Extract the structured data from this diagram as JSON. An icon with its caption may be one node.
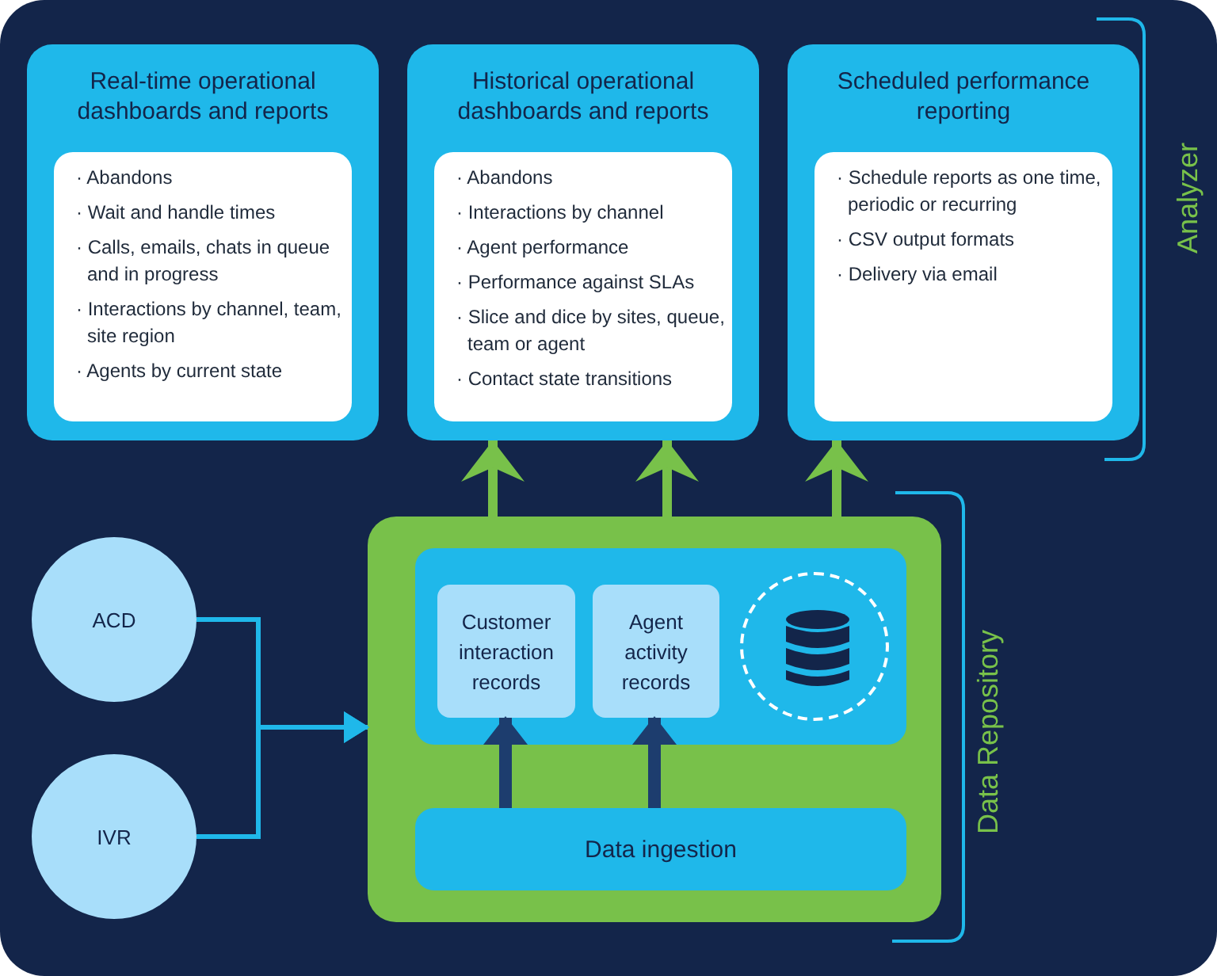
{
  "diagram": {
    "nodes": [
      {
        "text": [
          "Real-time operational dashboards and reports"
        ]
      },
      {
        "text": [
          "· Abandons",
          "· Wait and handle times",
          "· Calls, emails, chats in queue and in progress",
          "· Interactions by channel, team, site region",
          "· Agents by current state"
        ],
        "in": 0
      },
      {
        "text": [
          "Historical operational dashboards and reports"
        ]
      },
      {
        "text": [
          "· Abandons",
          "· Interactions by channel",
          "· Agent performance",
          "· Performance against SLAs",
          "· Slice and dice by sites, queue, team or agent",
          "· Contact state transitions"
        ],
        "in": 2
      },
      {
        "text": [
          "Scheduled performance reporting"
        ]
      },
      {
        "text": [
          "· Schedule reports as one time, periodic or recurring",
          "· CSV output formats",
          "· Delivery via email"
        ],
        "in": 4
      },
      {
        "text": [],
        "shape": "box"
      },
      {
        "text": [],
        "shape": "box",
        "in": 6
      },
      {
        "text": [
          "Customer interaction records"
        ],
        "in": 7
      },
      {
        "text": [
          "Agent activity records"
        ],
        "in": 7
      },
      {
        "text": [],
        "shape": "cylinder",
        "in": 7
      },
      {
        "text": [
          "Data ingestion"
        ],
        "in": 6
      },
      {
        "text": [
          "ACD"
        ]
      },
      {
        "text": [
          "IVR"
        ]
      }
    ],
    "edges": [
      {
        "from": 12,
        "to": 6,
        "arrow": "to",
        "color": "#1fb8ea"
      },
      {
        "from": 13,
        "to": 6,
        "arrow": "to",
        "color": "#1fb8ea"
      },
      {
        "from": 11,
        "to": 8,
        "arrow": "to",
        "color": "#1d3d6e"
      },
      {
        "from": 11,
        "to": 9,
        "arrow": "to",
        "color": "#1d3d6e"
      },
      {
        "from": 6,
        "to": 2,
        "arrow": "to",
        "color": "#78c14a"
      },
      {
        "from": 6,
        "to": 2,
        "arrow": "to",
        "color": "#78c14a"
      },
      {
        "from": 6,
        "to": 4,
        "arrow": "to",
        "color": "#78c14a"
      }
    ],
    "labels": [
      "Analyzer",
      "Data Repository"
    ]
  }
}
